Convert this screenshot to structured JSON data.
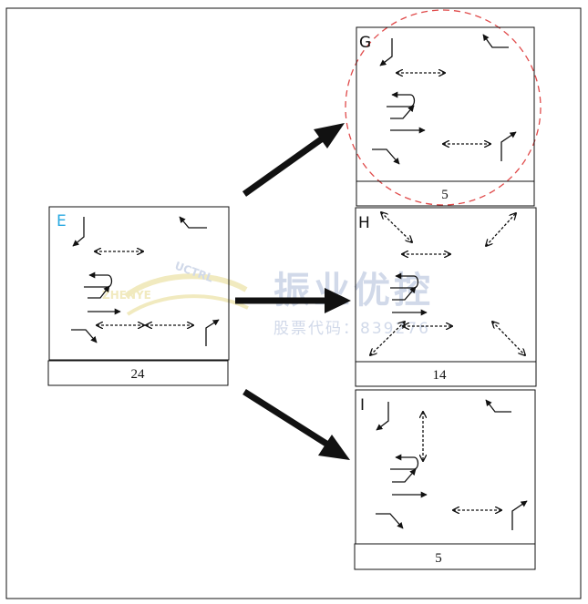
{
  "panels": [
    {
      "id": "E",
      "letter": "E",
      "count": "24",
      "letter_color": "#29a9e1"
    },
    {
      "id": "G",
      "letter": "G",
      "count": "5",
      "letter_color": "#111111",
      "highlighted": true
    },
    {
      "id": "H",
      "letter": "H",
      "count": "14",
      "letter_color": "#111111"
    },
    {
      "id": "I",
      "letter": "I",
      "count": "5",
      "letter_color": "#111111"
    }
  ],
  "watermark": {
    "company": "振业优控",
    "stock": "股票代码：839276",
    "latin": "ZHENYE",
    "arc": "UCTRL"
  },
  "colors": {
    "highlight_circle": "#e04a4a",
    "watermark": "#c9d3e6",
    "watermark_yellow": "#efe7b4",
    "line": "#111111"
  }
}
